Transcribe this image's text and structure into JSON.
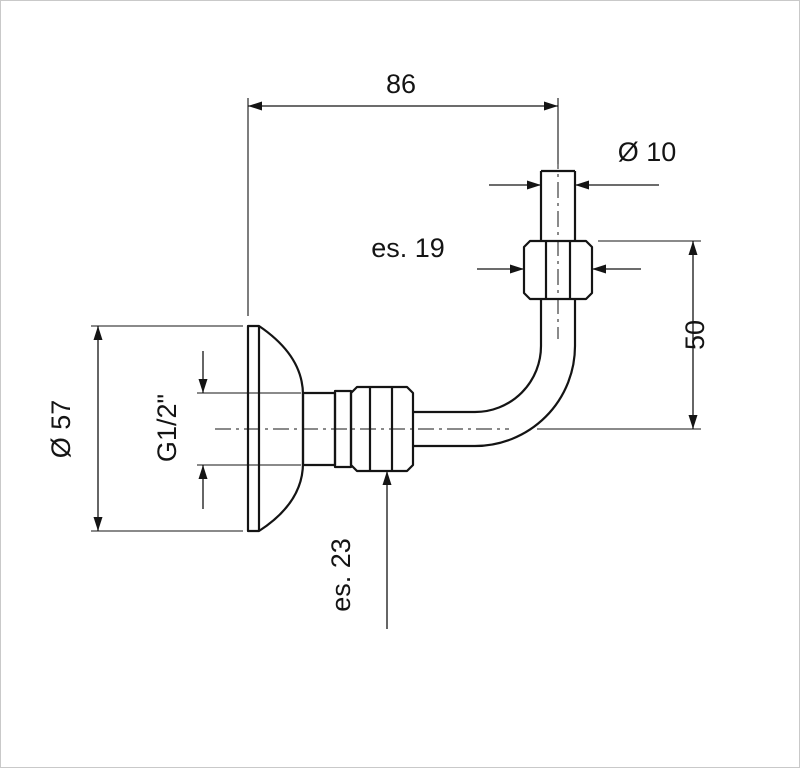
{
  "diagram": {
    "type": "technical-drawing",
    "subject": "wall-mounted angled pipe connector, side elevation with dimensions",
    "labels": {
      "width": "86",
      "tube_diameter": "Ø 10",
      "hex_small": "es. 19",
      "height": "50",
      "flange_diameter": "Ø 57",
      "thread": "G1/2\"",
      "hex_large": "es. 23"
    },
    "colors": {
      "line": "#141414",
      "background": "#ffffff",
      "frame": "#c9c9c9"
    }
  }
}
